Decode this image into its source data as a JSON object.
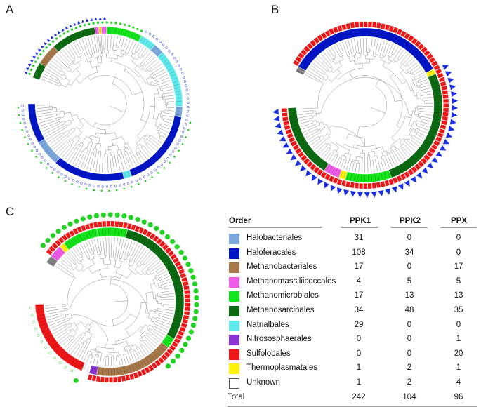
{
  "panels": [
    {
      "label": "A"
    },
    {
      "label": "B"
    },
    {
      "label": "C"
    }
  ],
  "legend": {
    "headers": [
      "Order",
      "PPK1",
      "PPK2",
      "PPX"
    ],
    "rows": [
      {
        "order": "Halobacteriales",
        "color": "#7ba7dc",
        "ppk1": "31",
        "ppk2": "0",
        "ppx": "0"
      },
      {
        "order": "Haloferacales",
        "color": "#0015c8",
        "ppk1": "108",
        "ppk2": "34",
        "ppx": "0"
      },
      {
        "order": "Methanobacteriales",
        "color": "#a6784a",
        "ppk1": "17",
        "ppk2": "0",
        "ppx": "17"
      },
      {
        "order": "Methanomassiliicoccales",
        "color": "#ee5be8",
        "ppk1": "4",
        "ppk2": "5",
        "ppx": "5"
      },
      {
        "order": "Methanomicrobiales",
        "color": "#14e41a",
        "ppk1": "17",
        "ppk2": "13",
        "ppx": "13"
      },
      {
        "order": "Methanosarcinales",
        "color": "#0b6a12",
        "ppk1": "34",
        "ppk2": "48",
        "ppx": "35"
      },
      {
        "order": "Natrialbales",
        "color": "#5fe9ea",
        "ppk1": "29",
        "ppk2": "0",
        "ppx": "0"
      },
      {
        "order": "Nitrososphaerales",
        "color": "#8b36d2",
        "ppk1": "0",
        "ppk2": "0",
        "ppx": "1"
      },
      {
        "order": "Sulfolobales",
        "color": "#ee1616",
        "ppk1": "0",
        "ppk2": "0",
        "ppx": "20"
      },
      {
        "order": "Thermoplasmatales",
        "color": "#fdf20a",
        "ppk1": "1",
        "ppk2": "2",
        "ppx": "1"
      },
      {
        "order": "Unknown",
        "color": "#ffffff",
        "ppk1": "1",
        "ppk2": "2",
        "ppx": "4"
      }
    ],
    "total": {
      "label": "Total",
      "ppk1": "242",
      "ppk2": "104",
      "ppx": "96"
    }
  },
  "colors": {
    "halobacteriales": "#7ba7dc",
    "haloferacales": "#0015c8",
    "methanobacteriales": "#a6784a",
    "methanomassiliicoccales": "#ee5be8",
    "methanomicrobiales": "#14e41a",
    "methanosarcinales": "#0b6a12",
    "natrialbales": "#5fe9ea",
    "nitrososphaerales": "#8b36d2",
    "sulfolobales": "#ee1616",
    "thermoplasmatales": "#fdf20a",
    "unknown": "#ffffff",
    "outgroup": "#808080",
    "branch": "#8c8c8c",
    "marker_blue": "#1a2ee8",
    "marker_green": "#1fd320"
  }
}
